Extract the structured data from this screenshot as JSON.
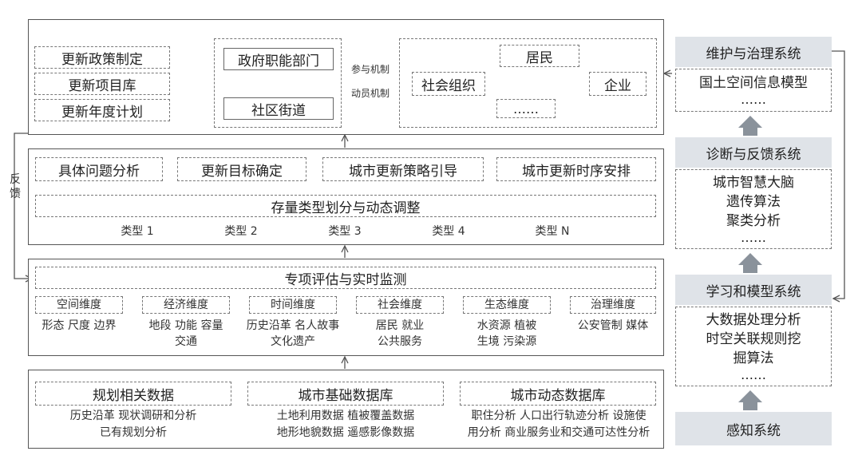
{
  "left_panel": {
    "feedback_label": "反馈",
    "policy": {
      "items": [
        "更新政策制定",
        "更新项目库",
        "更新年度计划"
      ],
      "gov_dept": "政府职能部门",
      "street": "社区街道",
      "participation": "参与机制",
      "mobilization": "动员机制",
      "residents": "居民",
      "social_org": "社会组织",
      "enterprise": "企业",
      "ellipsis": "……"
    },
    "analysis": {
      "items": [
        "具体问题分析",
        "更新目标确定",
        "城市更新策略引导",
        "城市更新时序安排"
      ],
      "classification": "存量类型划分与动态调整",
      "types": [
        "类型 1",
        "类型 2",
        "类型 3",
        "类型 4",
        "类型 N"
      ]
    },
    "evaluation": {
      "title": "专项评估与实时监测",
      "dimensions": [
        {
          "name": "空间维度",
          "lines": [
            "形态  尺度  边界"
          ]
        },
        {
          "name": "经济维度",
          "lines": [
            "地段  功能  容量",
            "交通"
          ]
        },
        {
          "name": "时间维度",
          "lines": [
            "历史沿革  名人故事",
            "文化遗产"
          ]
        },
        {
          "name": "社会维度",
          "lines": [
            "居民  就业",
            "公共服务"
          ]
        },
        {
          "name": "生态维度",
          "lines": [
            "水资源  植被",
            "生境  污染源"
          ]
        },
        {
          "name": "治理维度",
          "lines": [
            "公安管制  媒体"
          ]
        }
      ]
    },
    "data": {
      "groups": [
        {
          "name": "规划相关数据",
          "lines": [
            "历史沿革  现状调研和分析",
            "已有规划分析"
          ]
        },
        {
          "name": "城市基础数据库",
          "lines": [
            "土地利用数据  植被覆盖数据",
            "地形地貌数据  遥感影像数据"
          ]
        },
        {
          "name": "城市动态数据库",
          "lines": [
            "职住分析  人口出行轨迹分析  设施使",
            "用分析  商业服务业和交通可达性分析"
          ]
        }
      ]
    }
  },
  "right_panel": {
    "maintenance": {
      "title": "维护与治理系统",
      "items": [
        "国土空间信息模型",
        "……"
      ]
    },
    "diagnosis": {
      "title": "诊断与反馈系统",
      "items": [
        "城市智慧大脑",
        "遗传算法",
        "聚类分析",
        "……"
      ]
    },
    "learning": {
      "title": "学习和模型系统",
      "items": [
        "大数据处理分析",
        "时空关联规则挖",
        "掘算法",
        "……"
      ]
    },
    "perception": {
      "title": "感知系统"
    }
  },
  "colors": {
    "line": "#555555",
    "panel_fill": "#dfe3e8",
    "up_arrow": "#8a929b"
  }
}
